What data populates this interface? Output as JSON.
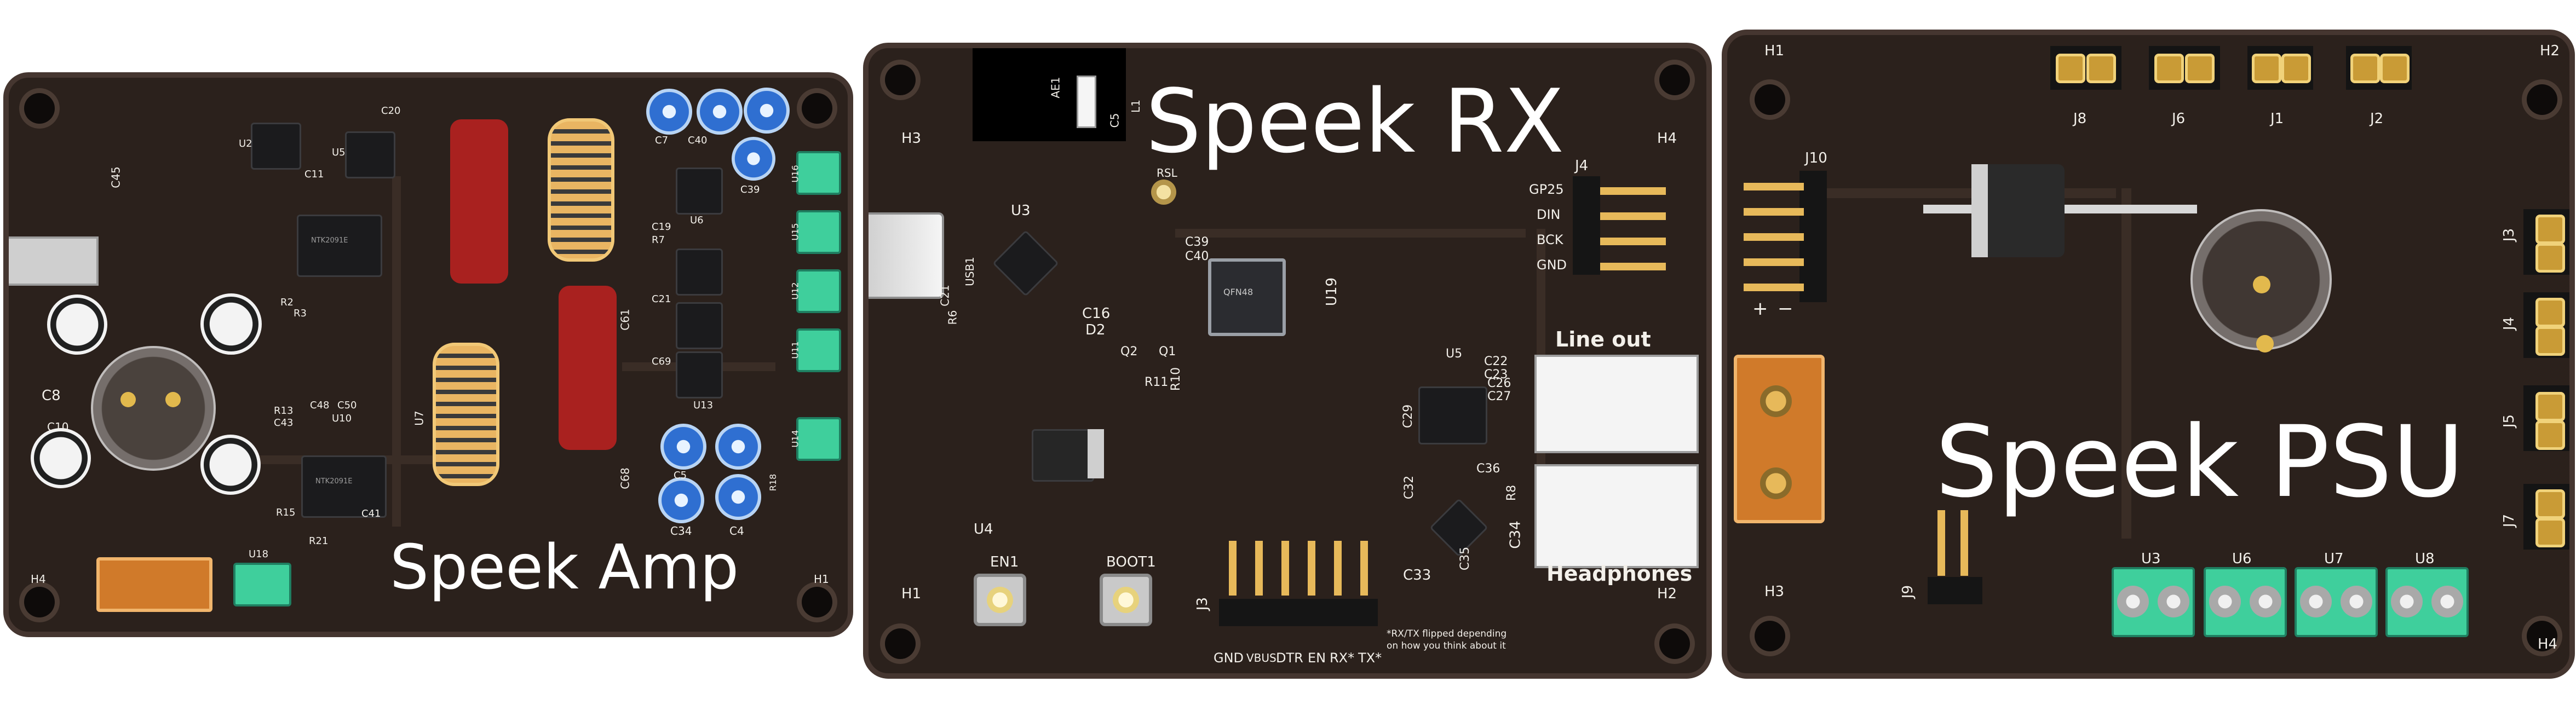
{
  "boards": {
    "amp": {
      "title": "Speek Amp",
      "labels": {
        "u2": "U2",
        "c11": "C11",
        "u5": "U5",
        "c20": "C20",
        "c45": "C45",
        "c8": "C8",
        "c10": "C10",
        "c48": "C48",
        "c50": "C50",
        "u10": "U10",
        "r13": "R13",
        "c43": "C43",
        "r2": "R2",
        "r3": "R3",
        "u7": "U7",
        "c7": "C7",
        "c40": "C40",
        "c39": "C39",
        "c19": "C19",
        "r7": "R7",
        "u6": "U6",
        "c21": "C21",
        "c61": "C61",
        "c69": "C69",
        "u13": "U13",
        "c68": "C68",
        "c5": "C5",
        "c34": "C34",
        "c4": "C4",
        "r18": "R18",
        "u16": "U16",
        "u15": "U15",
        "u12": "U12",
        "u11": "U11",
        "u14": "U14",
        "u18": "U18",
        "h4": "H4",
        "h1": "H1",
        "r15": "R15",
        "r21": "R21",
        "c41": "C41"
      },
      "chip1_marking": "NTK2091E",
      "chip2_marking": "NTK2091E"
    },
    "rx": {
      "title": "Speek RX",
      "labels": {
        "ae1": "AE1",
        "l1": "L1",
        "c5": "C5",
        "rsl": "RSL",
        "h3": "H3",
        "h4": "H4",
        "h1": "H1",
        "h2": "H2",
        "u3": "U3",
        "usb1": "USB1",
        "c39": "C39",
        "c40": "C40",
        "u19": "U19",
        "c16": "C16",
        "d2": "D2",
        "q2": "Q2",
        "q1": "Q1",
        "r10": "R10",
        "r11": "R11",
        "r6": "R6",
        "c21": "C21",
        "u4": "U4",
        "en1": "EN1",
        "boot1": "BOOT1",
        "j3": "J3",
        "j4": "J4",
        "u5": "U5",
        "c22": "C22",
        "c23": "C23",
        "c27": "C27",
        "c26": "C26",
        "r8": "R8",
        "c32": "C32",
        "c33": "C33",
        "c34": "C34",
        "c35": "C35",
        "c36": "C36",
        "c29": "C29",
        "esp_chip": "QFN48",
        "gp25": "GP25",
        "din": "DIN",
        "bck": "BCK",
        "gnd": "GND",
        "line_out": "Line out",
        "headphones": "Headphones",
        "pin_gnd": "GND",
        "pin_vbus": "VBUS",
        "pin_dtr": "DTR",
        "pin_en": "EN",
        "pin_rx": "RX*",
        "pin_tx": "TX*",
        "note_line1": "*RX/TX flipped depending",
        "note_line2": "on how you think about it"
      }
    },
    "psu": {
      "title": "Speek PSU",
      "labels": {
        "h1": "H1",
        "h2": "H2",
        "h3": "H3",
        "h4": "H4",
        "j8": "J8",
        "j6": "J6",
        "j1": "J1",
        "j2": "J2",
        "j10": "J10",
        "j3": "J3",
        "j4": "J4",
        "j5": "J5",
        "j7": "J7",
        "j9": "J9",
        "u3": "U3",
        "u6": "U6",
        "u7": "U7",
        "u8": "U8",
        "plus": "+",
        "minus": "−"
      }
    }
  }
}
